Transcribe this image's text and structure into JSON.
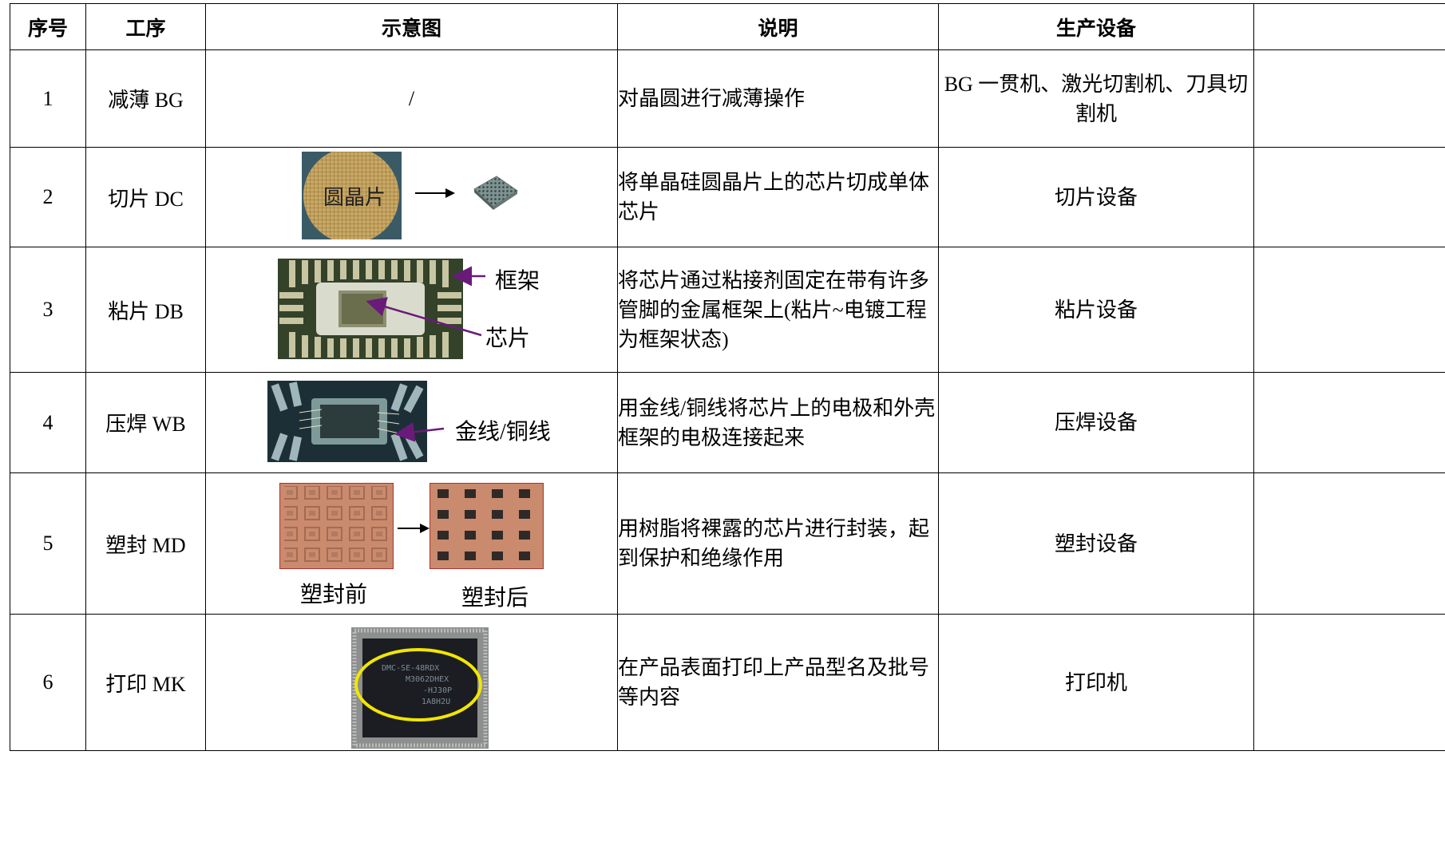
{
  "header": {
    "no": "序号",
    "step": "工序",
    "figure": "示意图",
    "desc": "说明",
    "equipment": "生产设备"
  },
  "rows": [
    {
      "no": "1",
      "step": "减薄 BG",
      "figure_text": "/",
      "desc": "对晶圆进行减薄操作",
      "equipment": "BG 一贯机、激光切割机、刀具切割机"
    },
    {
      "no": "2",
      "step": "切片 DC",
      "figure_label": "圆晶片",
      "desc": "将单晶硅圆晶片上的芯片切成单体芯片",
      "equipment": "切片设备"
    },
    {
      "no": "3",
      "step": "粘片 DB",
      "figure_labels": {
        "frame": "框架",
        "chip": "芯片"
      },
      "desc": "将芯片通过粘接剂固定在带有许多管脚的金属框架上(粘片~电镀工程为框架状态)",
      "equipment": "粘片设备"
    },
    {
      "no": "4",
      "step": "压焊 WB",
      "figure_label": "金线/铜线",
      "desc": "用金线/铜线将芯片上的电极和外壳框架的电极连接起来",
      "equipment": "压焊设备"
    },
    {
      "no": "5",
      "step": "塑封 MD",
      "figure_labels": {
        "before": "塑封前",
        "after": "塑封后"
      },
      "desc": "用树脂将裸露的芯片进行封装，起到保护和绝缘作用",
      "equipment": "塑封设备"
    },
    {
      "no": "6",
      "step": "打印 MK",
      "figure_marking": [
        "DMC-SE-48RDX",
        "M3062DHEX",
        "-HJ30P",
        "1A8H2U"
      ],
      "desc": "在产品表面打印上产品型名及批号等内容",
      "equipment": "打印机"
    }
  ],
  "colors": {
    "border": "#000000",
    "arrow_purple": "#6a1b7a",
    "highlight_yellow": "#f2e600",
    "mold_red": "#b03030"
  }
}
